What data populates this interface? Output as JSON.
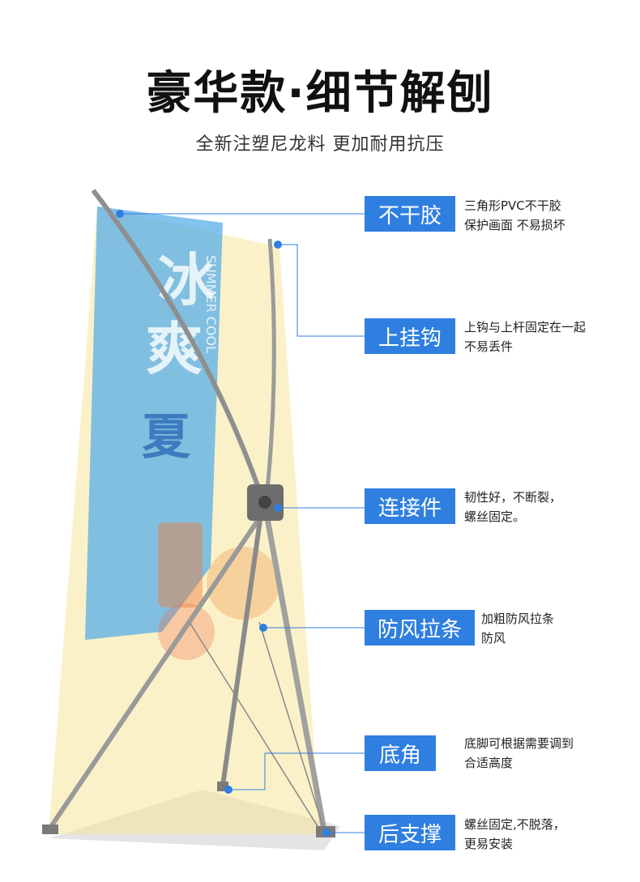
{
  "header": {
    "title": "豪华款·细节解刨",
    "subtitle": "全新注塑尼龙料 更加耐用抗压"
  },
  "poster": {
    "headline_1": "冰",
    "headline_2": "爽",
    "headline_3": "夏",
    "side_text": "SUMMER COOL"
  },
  "callouts": [
    {
      "label": "不干胶",
      "desc_line1": "三角形PVC不干胶",
      "desc_line2": "保护画面 不易损坏"
    },
    {
      "label": "上挂钩",
      "desc_line1": "上钩与上杆固定在一起",
      "desc_line2": "不易丢件"
    },
    {
      "label": "连接件",
      "desc_line1": "韧性好，不断裂，",
      "desc_line2": "螺丝固定。"
    },
    {
      "label": "防风拉条",
      "desc_line1": "加粗防风拉条",
      "desc_line2": "防风"
    },
    {
      "label": "底角",
      "desc_line1": "底脚可根据需要调到",
      "desc_line2": "合适高度"
    },
    {
      "label": "后支撑",
      "desc_line1": "螺丝固定,不脱落，",
      "desc_line2": "更易安装"
    }
  ],
  "colors": {
    "accent": "#2f7fe0",
    "poster_blue": "#4fa8e8",
    "poster_yellow": "#f3c94a",
    "frame_gray": "#9a9a9a"
  }
}
